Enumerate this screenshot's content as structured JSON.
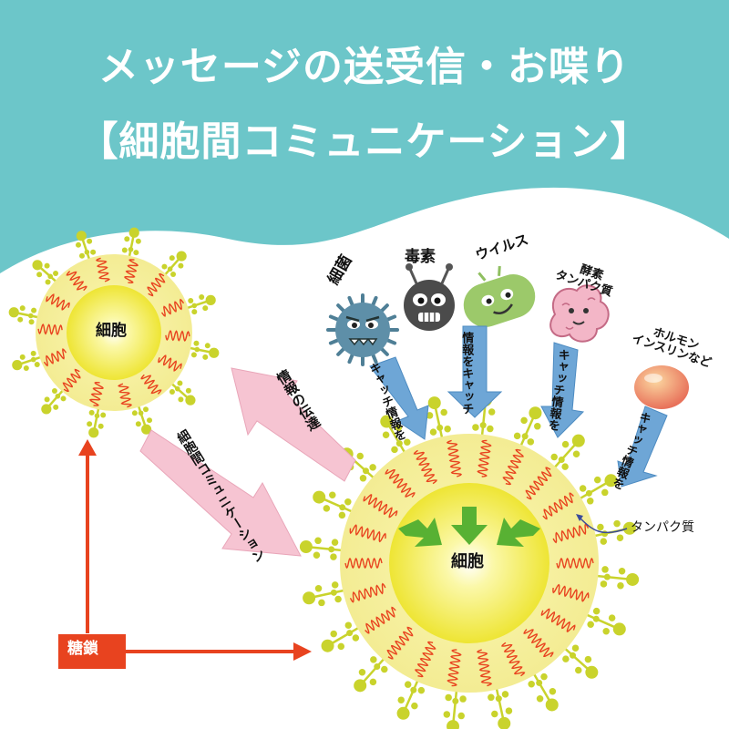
{
  "title": {
    "line1": "メッセージの送受信・お喋り",
    "line2": "【細胞間コミュニケーション】"
  },
  "cells": {
    "small_label": "細胞",
    "large_label": "細胞"
  },
  "signals": {
    "bacteria": "細菌",
    "toxin": "毒素",
    "virus": "ウイルス",
    "enzyme_line1": "酵素",
    "enzyme_line2": "タンパク質",
    "hormone_line1": "ホルモン",
    "hormone_line2": "インスリンなど"
  },
  "capture": {
    "line1": "情報を",
    "line2": "キャッチ"
  },
  "arrows": {
    "transmission": "情報の伝達",
    "communication": "細胞間コミュニケーション"
  },
  "annotations": {
    "protein": "タンパク質",
    "sugar_chain": "糖鎖"
  },
  "colors": {
    "header_teal": "#6cc6c9",
    "cell_outer": "#f6f0a0",
    "cell_inner": "#f1ea3c",
    "blue_arrow": "#6ea6d6",
    "pink_arrow": "#f6c4d2",
    "red_accent": "#e8431f",
    "sugar_chain": "#c9d32c"
  }
}
